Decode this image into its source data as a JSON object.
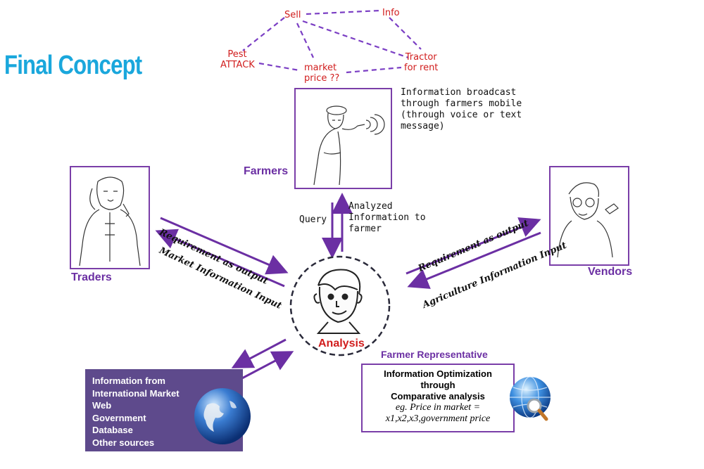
{
  "title": "Final Concept",
  "colors": {
    "title": "#1aa7dc",
    "accent": "#6b2fa3",
    "red": "#d11d1d",
    "box": "#5e4a8c"
  },
  "top_cluster": {
    "sell": "Sell",
    "info": "Info",
    "pest_line1": "Pest",
    "pest_line2": "ATTACK",
    "market_line1": "market",
    "market_line2": "price ??",
    "tractor_line1": "Tractor",
    "tractor_line2": "for rent"
  },
  "broadcast_note": [
    "Information broadcast",
    "through farmers mobile",
    "(through voice or text",
    "message)"
  ],
  "farmers_label": "Farmers",
  "traders_label": "Traders",
  "vendors_label": "Vendors",
  "query_label": "Query",
  "analyzed_note": [
    "Analyzed",
    "Information to",
    "farmer"
  ],
  "left_arrows": {
    "upper": "Requirement as output",
    "lower": "Market Information Input"
  },
  "right_arrows": {
    "upper": "Requirement as output",
    "lower": "Agriculture Information Input"
  },
  "analysis_label": "Analysis",
  "farmer_rep_label": "Farmer Representative",
  "sources_box": [
    "Information from",
    "International Market",
    "Web",
    "Government",
    "Database",
    "Other sources"
  ],
  "optimization_box": {
    "line1": "Information Optimization",
    "line2": "through",
    "line3": "Comparative analysis",
    "line4": "eg. Price in market =",
    "line5": "x1,x2,x3,government price"
  },
  "icons": [
    "farmer-sketch-icon",
    "trader-sketch-icon",
    "vendor-sketch-icon",
    "analyst-face-icon",
    "globe-icon",
    "search-globe-icon"
  ]
}
